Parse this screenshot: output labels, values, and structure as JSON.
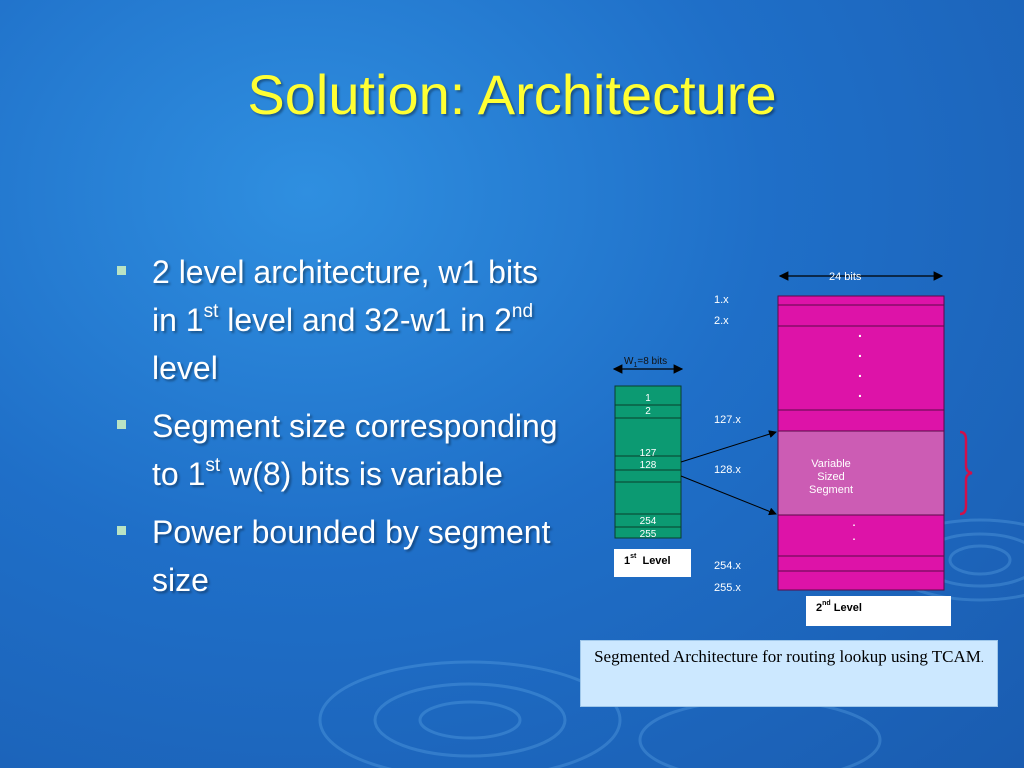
{
  "slide": {
    "title": "Solution: Architecture"
  },
  "bullets": [
    {
      "parts": [
        "2 level architecture, w1 bits in 1",
        "st",
        " level and 32-w1 in 2",
        "nd",
        " level"
      ]
    },
    {
      "parts": [
        "Segment size corresponding to 1",
        "st",
        " w(8) bits is variable"
      ]
    },
    {
      "parts": [
        "Power bounded by segment size"
      ]
    }
  ],
  "diagram": {
    "width_label": "24 bits",
    "w1_label": {
      "main": "W",
      "sub": "1",
      "rest": "=8 bits"
    },
    "first_level": {
      "cells": [
        "1",
        "2",
        "127",
        "128",
        "254",
        "255"
      ],
      "label": {
        "num": "1",
        "sup": "st",
        "rest": "  Level"
      }
    },
    "second_level": {
      "row_labels": [
        "1.x",
        "2.x",
        "127.x",
        "128.x",
        "254.x",
        "255.x"
      ],
      "segment_label": [
        "Variable",
        "Sized",
        "Segment"
      ],
      "label": {
        "num": "2",
        "sup": "nd",
        "rest": " Level"
      }
    },
    "caption": {
      "main": "Segmented Architecture for routing lookup using TCAM",
      "end": "."
    },
    "colors": {
      "magenta": "#dd13a8",
      "segment": "#cc5cb4",
      "teal": "#0c9a72",
      "bracket": "#d0104a"
    }
  }
}
